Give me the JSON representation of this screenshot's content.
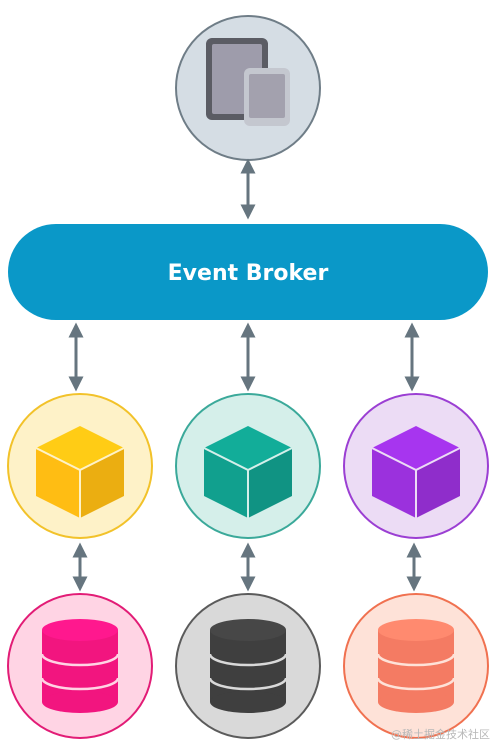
{
  "broker": {
    "label": "Event Broker",
    "color": "#0a98c8"
  },
  "client": {
    "icon": "tablet-phone-icon",
    "fill": "#d5dde4",
    "stroke": "#6f7d87"
  },
  "services": [
    {
      "name": "service-yellow",
      "icon": "cube-icon",
      "fill": "#fef2c8",
      "stroke": "#f2c22a",
      "cube": "#ffbd13"
    },
    {
      "name": "service-teal",
      "icon": "cube-icon",
      "fill": "#d5efea",
      "stroke": "#3ba99a",
      "cube": "#11a08e"
    },
    {
      "name": "service-purple",
      "icon": "cube-icon",
      "fill": "#ecdcf5",
      "stroke": "#9b3fd3",
      "cube": "#9b31dd"
    }
  ],
  "databases": [
    {
      "name": "db-pink",
      "icon": "database-icon",
      "fill": "#ffd4e4",
      "stroke": "#e21c76",
      "db": "#f2157f"
    },
    {
      "name": "db-dark",
      "icon": "database-icon",
      "fill": "#d9d9d9",
      "stroke": "#5b5b5b",
      "db": "#3f3f3f"
    },
    {
      "name": "db-orange",
      "icon": "database-icon",
      "fill": "#fee2d8",
      "stroke": "#f07150",
      "db": "#f47b63"
    }
  ],
  "arrow_color": "#66757f",
  "watermark": "@稀土掘金技术社区"
}
